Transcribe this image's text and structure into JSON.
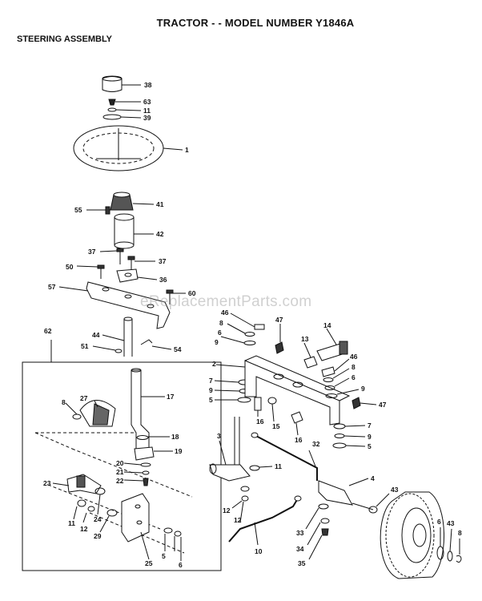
{
  "header": {
    "title": "TRACTOR - - MODEL NUMBER Y1846A",
    "subtitle": "STEERING ASSEMBLY"
  },
  "watermark": "eReplacementParts.com",
  "callouts": [
    "38",
    "63",
    "11",
    "39",
    "1",
    "41",
    "55",
    "42",
    "37",
    "50",
    "37",
    "36",
    "57",
    "60",
    "62",
    "46",
    "8",
    "6",
    "9",
    "47",
    "14",
    "13",
    "44",
    "51",
    "54",
    "2",
    "46",
    "8",
    "6",
    "9",
    "17",
    "27",
    "8",
    "7",
    "9",
    "5",
    "16",
    "15",
    "47",
    "7",
    "9",
    "5",
    "16",
    "18",
    "19",
    "3",
    "32",
    "20",
    "21",
    "22",
    "11",
    "4",
    "43",
    "23",
    "24",
    "12",
    "11",
    "29",
    "12",
    "25",
    "5",
    "6",
    "10",
    "33",
    "34",
    "35",
    "6",
    "43",
    "8"
  ],
  "colors": {
    "ink": "#111111",
    "watermark": "#969696"
  }
}
